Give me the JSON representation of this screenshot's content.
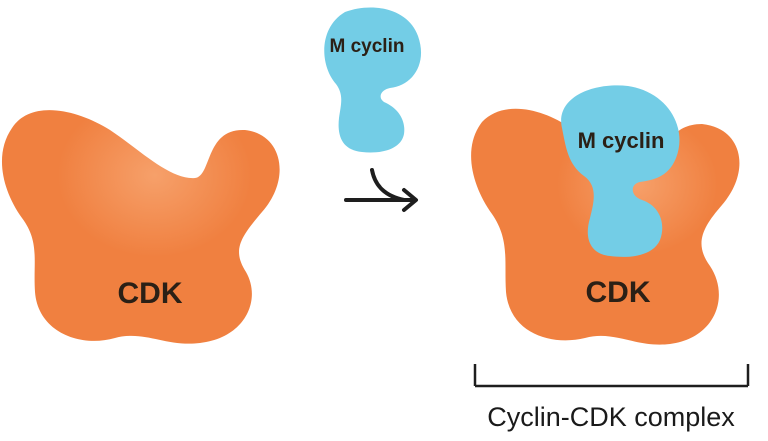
{
  "labels": {
    "cdk_free": "CDK",
    "cyclin_free": "M cyclin",
    "cyclin_bound": "M cyclin",
    "cdk_bound": "CDK",
    "complex_caption": "Cyclin-CDK complex"
  },
  "colors": {
    "cdk_orange": "#f08040",
    "cdk_highlight": "#f6a06a",
    "cyclin_blue": "#73cde6",
    "arrow": "#1e1e1e",
    "bracket": "#1e1e1e",
    "text_dark": "#2b2016"
  }
}
